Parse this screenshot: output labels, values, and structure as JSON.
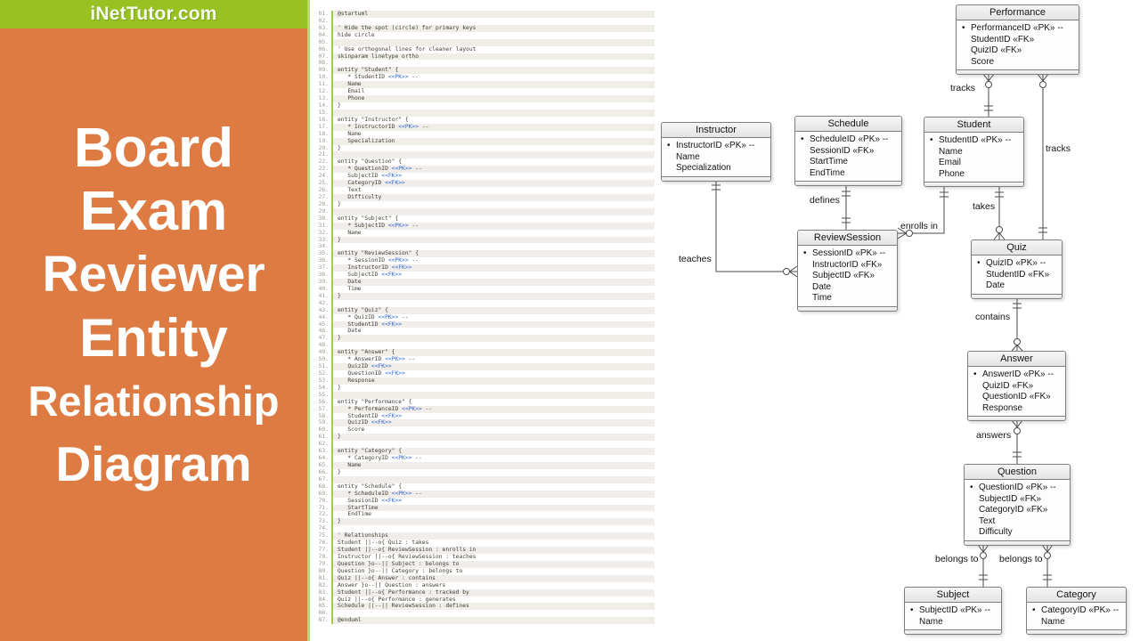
{
  "branding": {
    "site": "iNetTutor.com",
    "title_lines": [
      "Board",
      "Exam",
      "Reviewer",
      "Entity",
      "Relationship",
      "Diagram"
    ],
    "band_color": "#98c222",
    "panel_color": "#dd7b43"
  },
  "code": {
    "lines": [
      "@startuml",
      "",
      "' Hide the spot (circle) for primary keys",
      "hide circle",
      "",
      "' Use orthogonal lines for cleaner layout",
      "skinparam linetype ortho",
      "",
      "entity \"Student\" {",
      "   * StudentID <<PK>> --",
      "   Name",
      "   Email",
      "   Phone",
      "}",
      "",
      "entity \"Instructor\" {",
      "   * InstructorID <<PK>> --",
      "   Name",
      "   Specialization",
      "}",
      "",
      "entity \"Question\" {",
      "   * QuestionID <<PK>> --",
      "   SubjectID <<FK>>",
      "   CategoryID <<FK>>",
      "   Text",
      "   Difficulty",
      "}",
      "",
      "entity \"Subject\" {",
      "   * SubjectID <<PK>> --",
      "   Name",
      "}",
      "",
      "entity \"ReviewSession\" {",
      "   * SessionID <<PK>> --",
      "   InstructorID <<FK>>",
      "   SubjectID <<FK>>",
      "   Date",
      "   Time",
      "}",
      "",
      "entity \"Quiz\" {",
      "   * QuizID <<PK>> --",
      "   StudentID <<FK>>",
      "   Date",
      "}",
      "",
      "entity \"Answer\" {",
      "   * AnswerID <<PK>> --",
      "   QuizID <<FK>>",
      "   QuestionID <<FK>>",
      "   Response",
      "}",
      "",
      "entity \"Performance\" {",
      "   * PerformanceID <<PK>> --",
      "   StudentID <<FK>>",
      "   QuizID <<FK>>",
      "   Score",
      "}",
      "",
      "entity \"Category\" {",
      "   * CategoryID <<PK>> --",
      "   Name",
      "}",
      "",
      "entity \"Schedule\" {",
      "   * ScheduleID <<PK>> --",
      "   SessionID <<FK>>",
      "   StartTime",
      "   EndTime",
      "}",
      "",
      "' Relationships",
      "Student ||--o{ Quiz : takes",
      "Student ||--o{ ReviewSession : enrolls in",
      "Instructor ||--o{ ReviewSession : teaches",
      "Question }o--|| Subject : belongs to",
      "Question }o--|| Category : belongs to",
      "Quiz ||--o{ Answer : contains",
      "Answer }o--|| Question : answers",
      "Student ||--o{ Performance : tracked by",
      "Quiz ||--o{ Performance : generates",
      "Schedule ||--|| ReviewSession : defines",
      "",
      "@enduml"
    ]
  },
  "diagram": {
    "entities": [
      {
        "id": "performance",
        "name": "Performance",
        "attributes": [
          "PerformanceID «PK» --",
          "StudentID «FK»",
          "QuizID «FK»",
          "Score"
        ]
      },
      {
        "id": "instructor",
        "name": "Instructor",
        "attributes": [
          "InstructorID «PK» --",
          "Name",
          "Specialization"
        ]
      },
      {
        "id": "schedule",
        "name": "Schedule",
        "attributes": [
          "ScheduleID «PK» --",
          "SessionID «FK»",
          "StartTime",
          "EndTime"
        ]
      },
      {
        "id": "student",
        "name": "Student",
        "attributes": [
          "StudentID «PK» --",
          "Name",
          "Email",
          "Phone"
        ]
      },
      {
        "id": "reviewsession",
        "name": "ReviewSession",
        "attributes": [
          "SessionID «PK» --",
          "InstructorID «FK»",
          "SubjectID «FK»",
          "Date",
          "Time"
        ]
      },
      {
        "id": "quiz",
        "name": "Quiz",
        "attributes": [
          "QuizID «PK» --",
          "StudentID «FK»",
          "Date"
        ]
      },
      {
        "id": "answer",
        "name": "Answer",
        "attributes": [
          "AnswerID «PK» --",
          "QuizID «FK»",
          "QuestionID «FK»",
          "Response"
        ]
      },
      {
        "id": "question",
        "name": "Question",
        "attributes": [
          "QuestionID «PK» --",
          "SubjectID «FK»",
          "CategoryID «FK»",
          "Text",
          "Difficulty"
        ]
      },
      {
        "id": "subject",
        "name": "Subject",
        "attributes": [
          "SubjectID «PK» --",
          "Name"
        ]
      },
      {
        "id": "category",
        "name": "Category",
        "attributes": [
          "CategoryID «PK» --",
          "Name"
        ]
      }
    ],
    "labels": {
      "tracks_student": "tracks",
      "tracks_quiz": "tracks",
      "defines": "defines",
      "teaches": "teaches",
      "enrolls_in": "enrolls in",
      "takes": "takes",
      "contains": "contains",
      "answers": "answers",
      "belongs_subject": "belongs to",
      "belongs_category": "belongs to"
    }
  }
}
